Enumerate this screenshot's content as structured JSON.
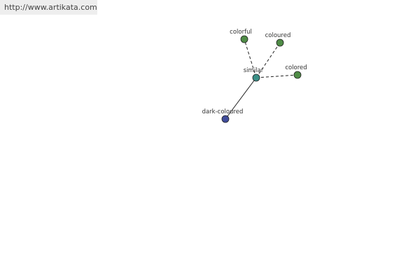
{
  "banner": {
    "url_text": "http://www.artikata.com",
    "background": "#eeeeee"
  },
  "graph": {
    "colors": {
      "center": "#3a8f86",
      "synonym": "#4f8c46",
      "related": "#414d9b",
      "edge": "#222222"
    },
    "nodes": [
      {
        "id": "similar",
        "label": "similar",
        "role": "center"
      },
      {
        "id": "colorful",
        "label": "colorful",
        "role": "synonym"
      },
      {
        "id": "coloured",
        "label": "coloured",
        "role": "synonym"
      },
      {
        "id": "colored",
        "label": "colored",
        "role": "synonym"
      },
      {
        "id": "dark-coloured",
        "label": "dark-coloured",
        "role": "related"
      }
    ],
    "edges": [
      {
        "from": "similar",
        "to": "colorful",
        "style": "dashed"
      },
      {
        "from": "similar",
        "to": "coloured",
        "style": "dashed"
      },
      {
        "from": "similar",
        "to": "colored",
        "style": "dashed"
      },
      {
        "from": "similar",
        "to": "dark-coloured",
        "style": "solid"
      }
    ]
  }
}
